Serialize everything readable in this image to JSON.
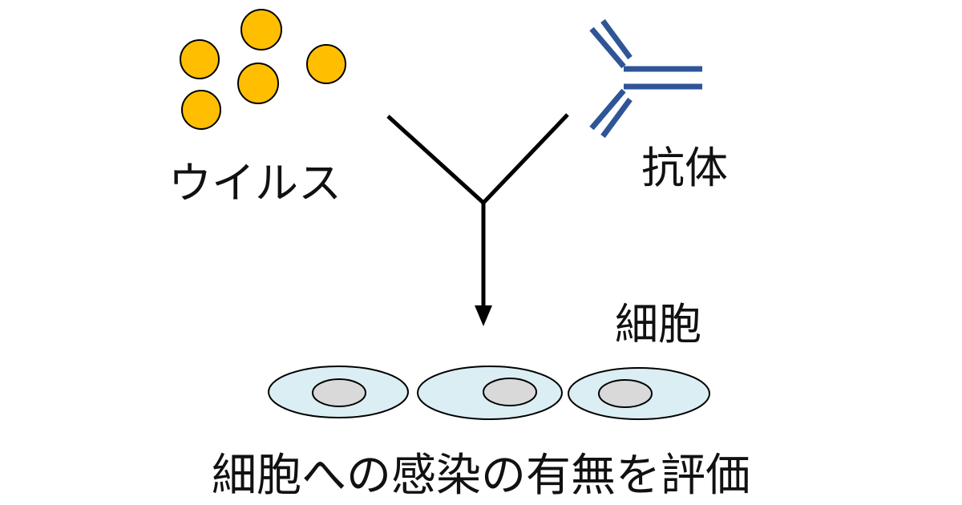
{
  "labels": {
    "virus": "ウイルス",
    "antibody": "抗体",
    "cell": "細胞",
    "caption": "細胞への感染の有無を評価"
  },
  "colors": {
    "virus_fill": "#FFBE00",
    "antibody_stroke": "#2F5597",
    "cell_fill": "#DAEEF3",
    "nucleus_fill": "#D9D9D9",
    "line": "#000000"
  },
  "icons": {
    "virus": "virus-particle-icon",
    "antibody": "antibody-y-icon",
    "cell": "cell-icon"
  }
}
